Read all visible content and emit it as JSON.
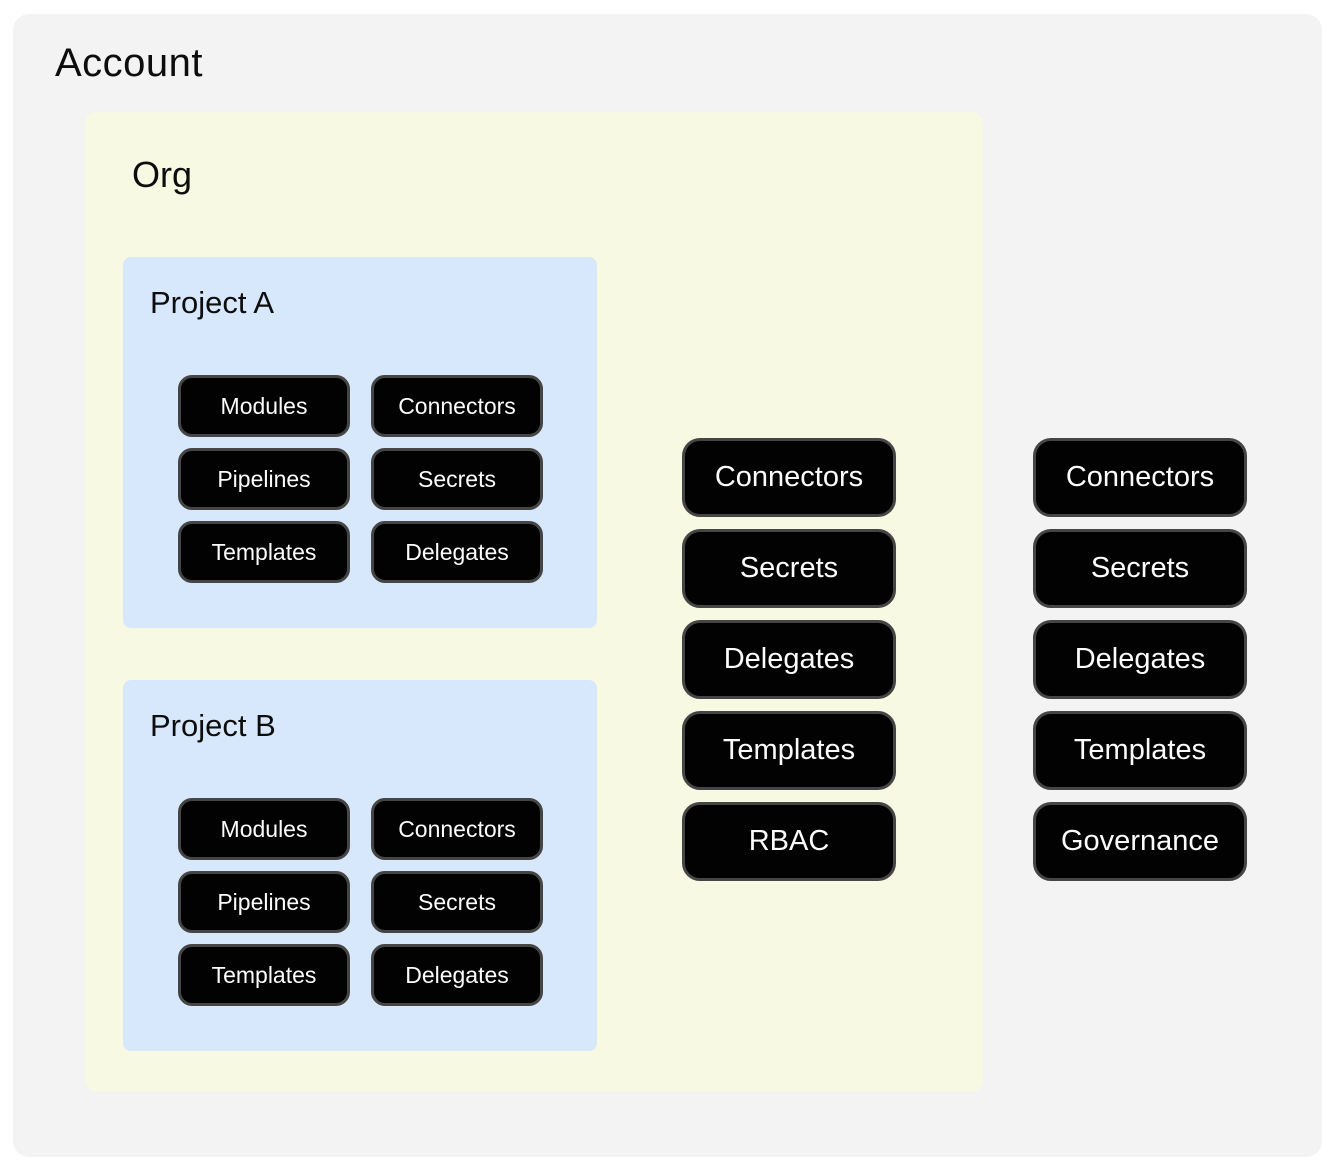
{
  "colors": {
    "page_bg": "#ffffff",
    "account_bg": "#f3f3f4",
    "org_bg": "#f7f9e2",
    "project_bg": "#d8e8fc",
    "node_bg": "#020202",
    "node_border": "#454545",
    "node_text": "#fcfcfc",
    "label_text": "#0d0d0d"
  },
  "account": {
    "label": "Account",
    "org": {
      "label": "Org",
      "projects": [
        {
          "label": "Project A",
          "nodes": [
            "Modules",
            "Connectors",
            "Pipelines",
            "Secrets",
            "Templates",
            "Delegates"
          ]
        },
        {
          "label": "Project B",
          "nodes": [
            "Modules",
            "Connectors",
            "Pipelines",
            "Secrets",
            "Templates",
            "Delegates"
          ]
        }
      ],
      "org_nodes": [
        "Connectors",
        "Secrets",
        "Delegates",
        "Templates",
        "RBAC"
      ]
    },
    "account_nodes": [
      "Connectors",
      "Secrets",
      "Delegates",
      "Templates",
      "Governance"
    ]
  }
}
